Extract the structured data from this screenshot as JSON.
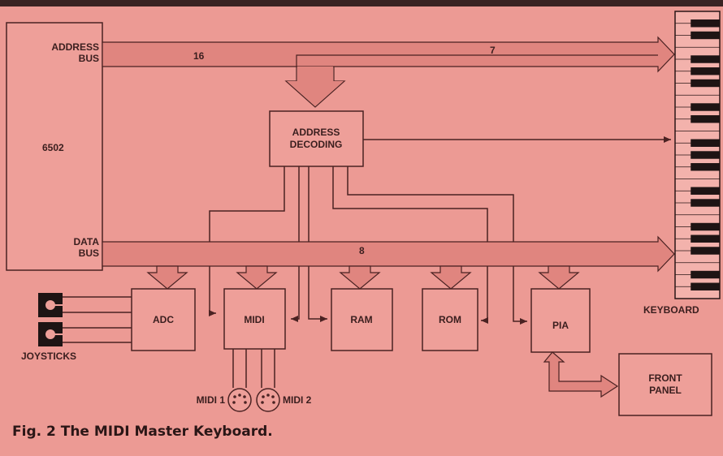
{
  "cpu": {
    "name": "6502",
    "address_bus": [
      "ADDRESS",
      "BUS"
    ],
    "data_bus": [
      "DATA",
      "BUS"
    ]
  },
  "bus_widths": {
    "address": "16",
    "keyboard_address": "7",
    "data": "8"
  },
  "decoder": [
    "ADDRESS",
    "DECODING"
  ],
  "blocks": {
    "adc": "ADC",
    "midi": "MIDI",
    "ram": "RAM",
    "rom": "ROM",
    "pia": "PIA"
  },
  "front_panel": [
    "FRONT",
    "PANEL"
  ],
  "keyboard_label": "KEYBOARD",
  "joysticks_label": "JOYSTICKS",
  "midi_ports": [
    "MIDI 1",
    "MIDI 2"
  ],
  "caption": "Fig. 2 The MIDI Master Keyboard.",
  "colors": {
    "background": "#ec9a94",
    "bus_fill": "#e0857f",
    "line": "#4a2222",
    "box": "#ee9f99"
  }
}
